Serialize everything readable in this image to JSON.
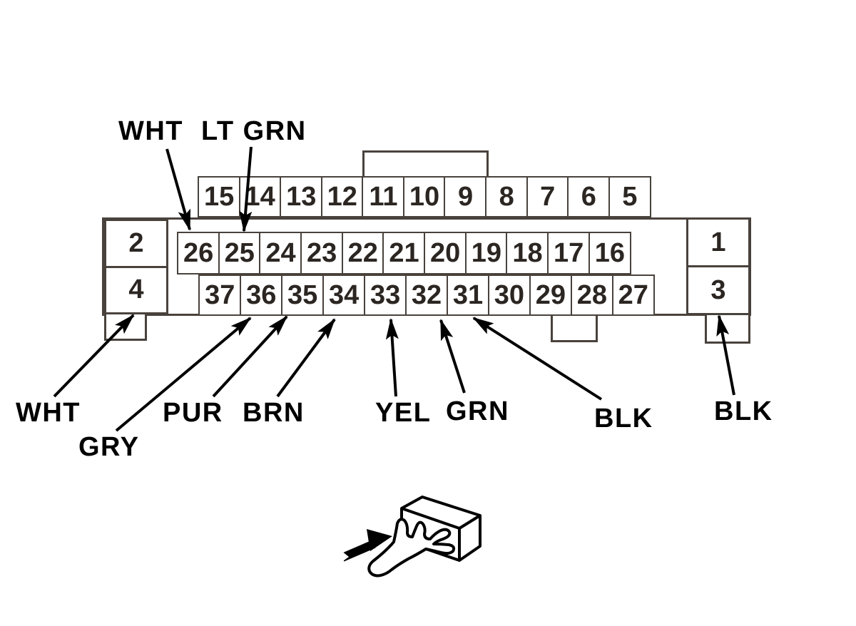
{
  "connector_pinout": {
    "top_row_pins": [
      "15",
      "14",
      "13",
      "12",
      "11",
      "10",
      "9",
      "8",
      "7",
      "6",
      "5"
    ],
    "middle_row_pins": [
      "26",
      "25",
      "24",
      "23",
      "22",
      "21",
      "20",
      "19",
      "18",
      "17",
      "16"
    ],
    "bottom_row_pins": [
      "37",
      "36",
      "35",
      "34",
      "33",
      "32",
      "31",
      "30",
      "29",
      "28",
      "27"
    ],
    "left_column_pins": [
      "2",
      "4"
    ],
    "right_column_pins": [
      "1",
      "3"
    ]
  },
  "wire_labels": [
    {
      "text": "WHT",
      "pin": "26",
      "placement": "top"
    },
    {
      "text": "LT GRN",
      "pin": "25",
      "placement": "top"
    },
    {
      "text": "WHT",
      "pin": "4",
      "placement": "bottom-left"
    },
    {
      "text": "GRY",
      "pin": "36",
      "placement": "bottom"
    },
    {
      "text": "PUR",
      "pin": "35",
      "placement": "bottom"
    },
    {
      "text": "BRN",
      "pin": "34",
      "placement": "bottom"
    },
    {
      "text": "YEL",
      "pin": "33",
      "placement": "bottom"
    },
    {
      "text": "GRN",
      "pin": "32",
      "placement": "bottom"
    },
    {
      "text": "BLK",
      "pin": "31",
      "placement": "bottom"
    },
    {
      "text": "BLK",
      "pin": "3",
      "placement": "bottom-right"
    }
  ],
  "icon": {
    "name": "connector-harness-view-icon",
    "description": "hand holding connector box with direction arrow"
  },
  "colors": {
    "line": "#49423c",
    "text": "#000000",
    "background": "#ffffff"
  }
}
